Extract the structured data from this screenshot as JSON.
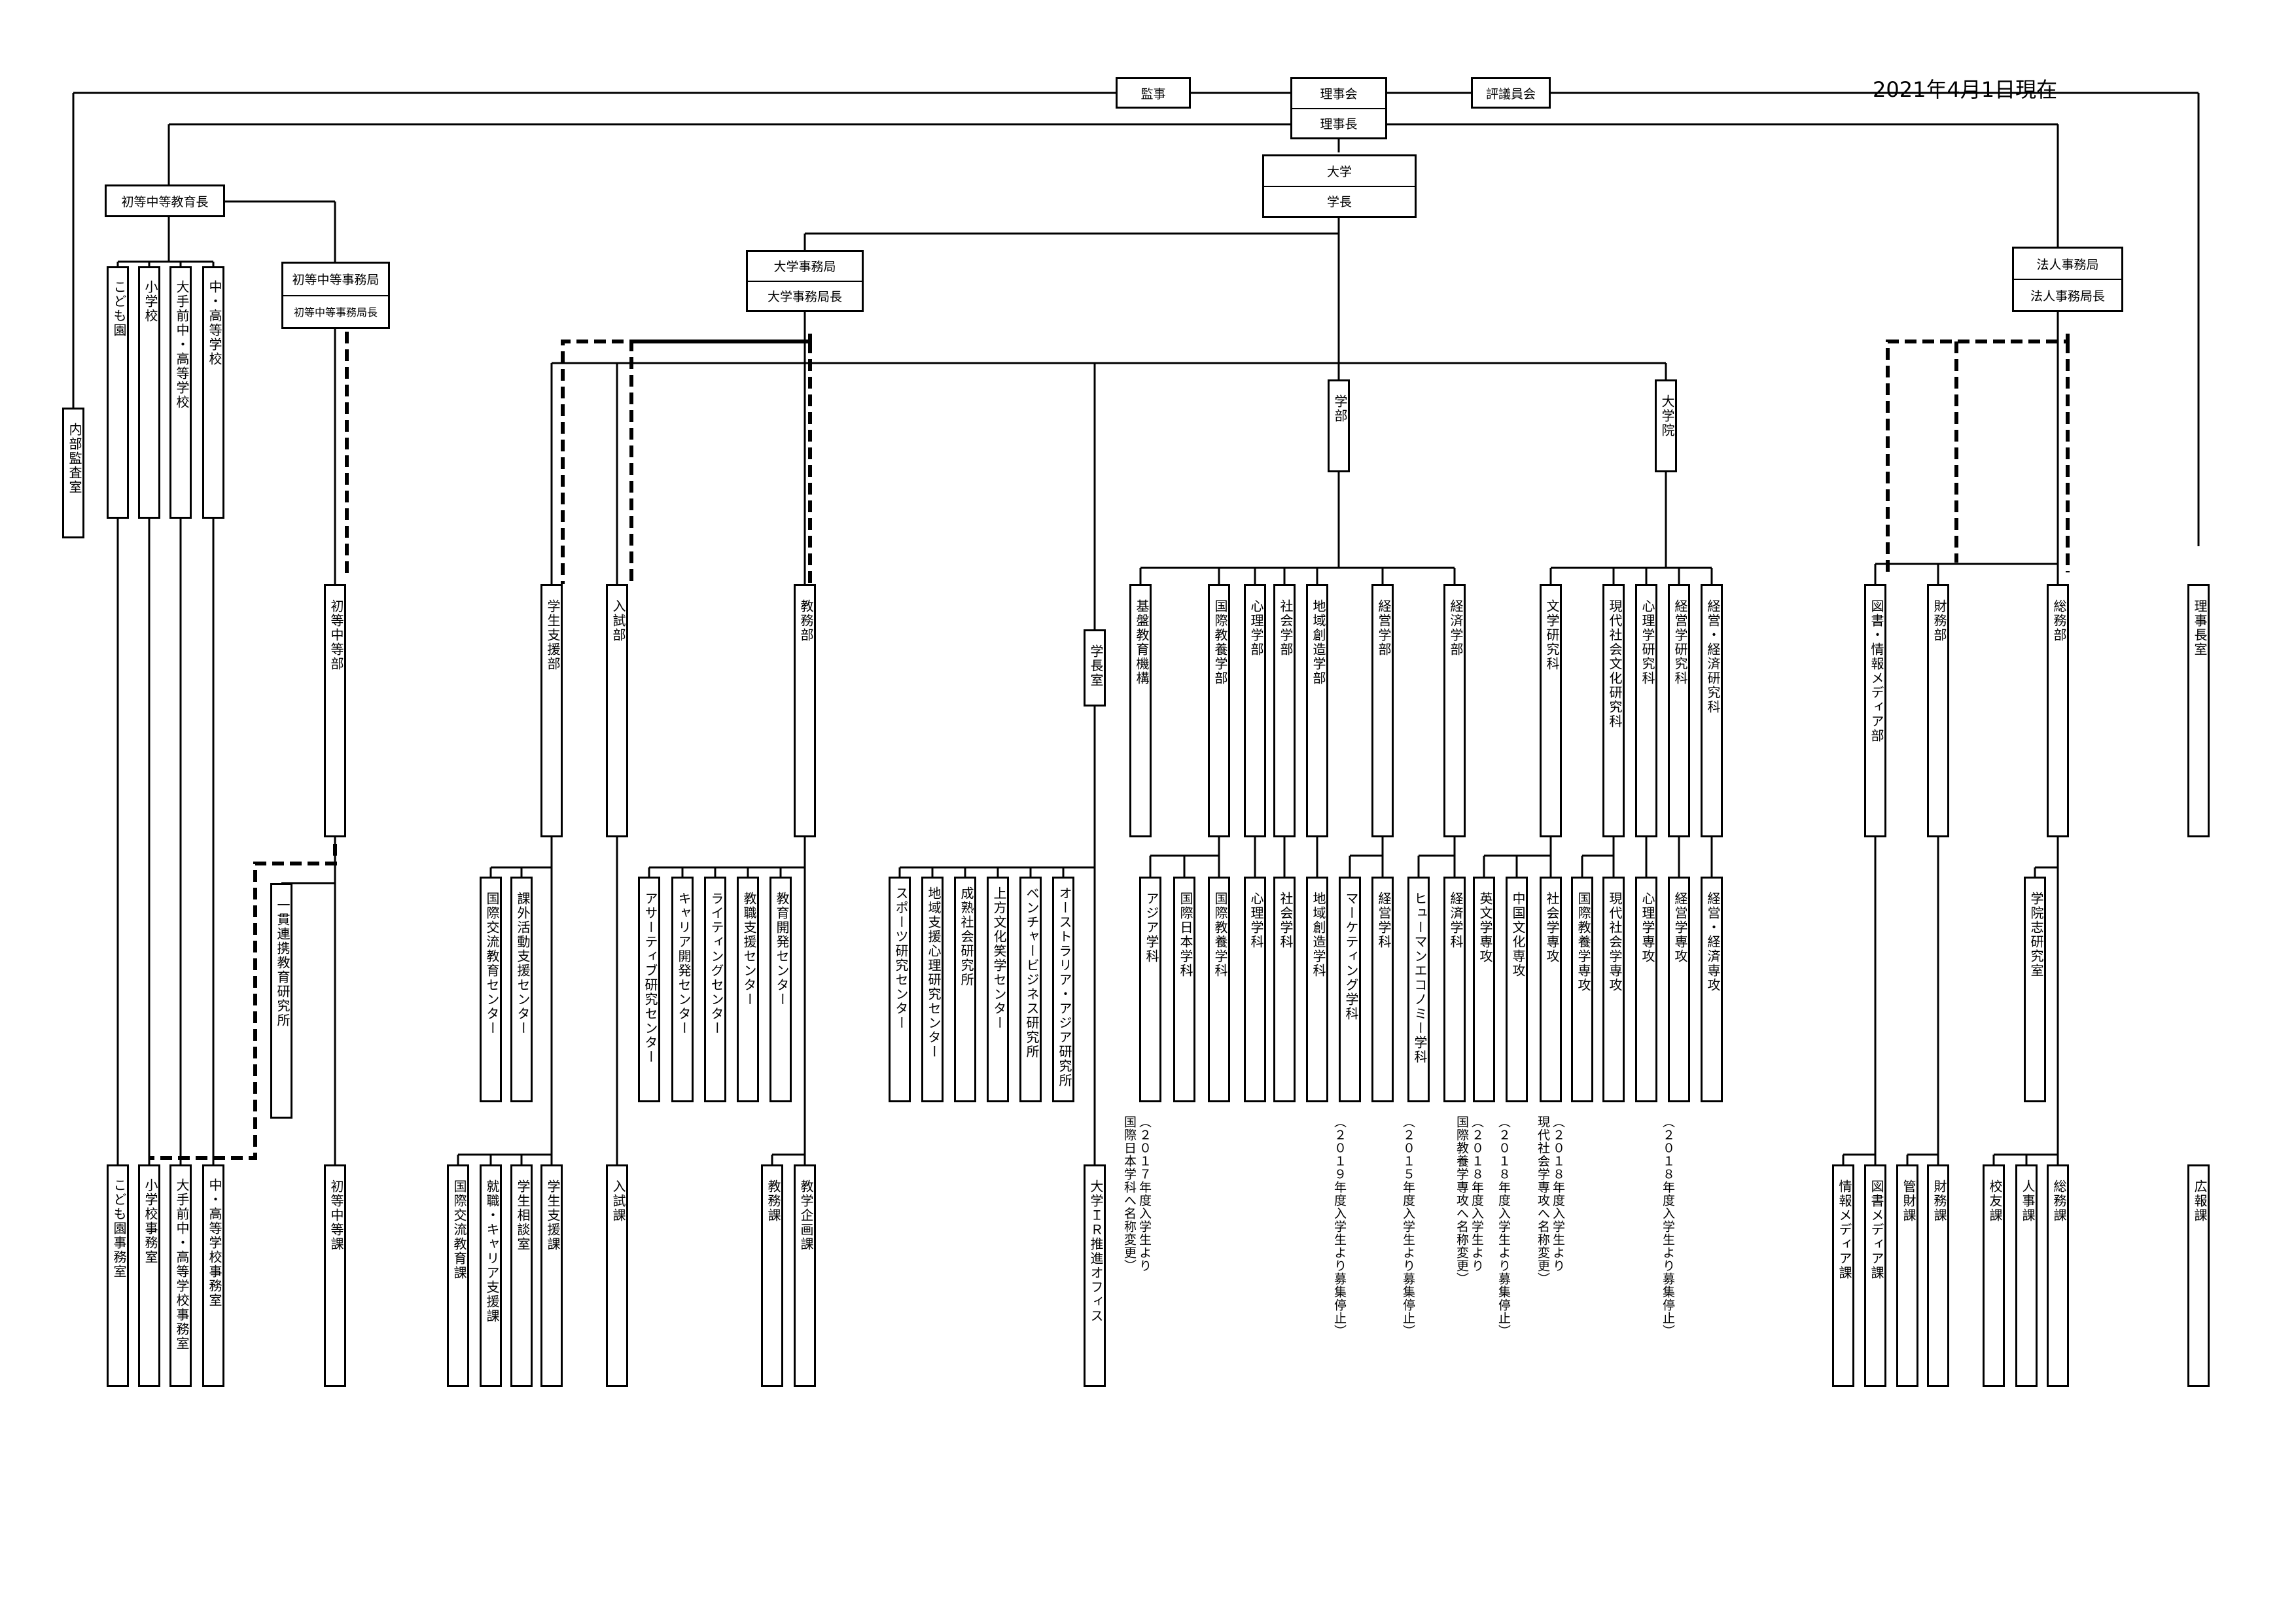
{
  "date": "2021年4月1日現在",
  "top": {
    "kanji": "監事",
    "rijikai": "理事会",
    "rijicho": "理事長",
    "hyogiinkai": "評議員会",
    "daigaku": "大学",
    "gakucho": "学長"
  },
  "shotou": {
    "head": "初等中等教育長",
    "jimukyoku": "初等中等事務局",
    "jimukyokucho": "初等中等事務局長",
    "bu": "初等中等部",
    "ka": "初等中等課",
    "naibu": "内部監査室",
    "kenkyujo": "一貫連携教育研究所",
    "schools": [
      "こども園",
      "小学校",
      "大手前中・高等学校",
      "中・高等学校"
    ],
    "offices": [
      "こども園事務室",
      "小学校事務室",
      "大手前中・高等学校事務室",
      "中・高等学校事務室"
    ]
  },
  "daigaku_jimu": {
    "title": "大学事務局",
    "head": "大学事務局長",
    "gakusei_shien_bu": "学生支援部",
    "nyushi_bu": "入試部",
    "kyomu_bu": "教務部",
    "gakucho_shitsu": "学長室",
    "gakusei_centers": [
      "国際交流教育センター",
      "課外活動支援センター"
    ],
    "gakusei_ka": [
      "国際交流教育課",
      "就職・キャリア支援課",
      "学生相談室",
      "学生支援課"
    ],
    "nyushi_ka": "入試課",
    "kyomu_centers": [
      "アサーティブ研究センター",
      "キャリア開発センター",
      "ライティングセンター",
      "教職支援センター",
      "教育開発センター"
    ],
    "kyomu_ka": [
      "教務課",
      "教学企画課"
    ],
    "research_centers": [
      "スポーツ研究センター",
      "地域支援心理研究センター",
      "成熟社会研究所",
      "上方文化笑学センター",
      "ベンチャービジネス研究所",
      "オーストラリア・アジア研究所"
    ],
    "ir_office": "大学ＩＲ推進オフィス"
  },
  "gakubu": {
    "title": "学部",
    "items": [
      "基盤教育機構",
      "国際教養学部",
      "心理学部",
      "社会学部",
      "地域創造学部",
      "経営学部",
      "経済学部"
    ],
    "gakka": [
      "アジア学科",
      "国際日本学科",
      "国際教養学科",
      "心理学科",
      "社会学科",
      "地域創造学科",
      "マーケティング学科",
      "経営学科",
      "ヒューマンエコノミー学科",
      "経済学科"
    ],
    "notes": [
      "（２０１７年度入学生より\n国際日本学科へ名称変更）",
      "（２０１９年度入学生より募集停止）",
      "（２０１５年度入学生より募集停止）"
    ]
  },
  "daigakuin": {
    "title": "大学院",
    "items": [
      "文学研究科",
      "現代社会文化研究科",
      "心理学研究科",
      "経営学研究科",
      "経営・経済研究科"
    ],
    "senko": [
      "英文学専攻",
      "中国文化専攻",
      "社会学専攻",
      "国際教養学専攻",
      "現代社会学専攻",
      "心理学専攻",
      "経営学専攻",
      "経営・経済専攻"
    ],
    "notes": [
      "（２０１８年度入学生より\n国際教養学専攻へ名称変更）",
      "（２０１８年度入学生より募集停止）",
      "（２０１８年度入学生より\n現代社会学専攻へ名称変更）",
      "（２０１８年度入学生より募集停止）"
    ]
  },
  "hojin": {
    "title": "法人事務局",
    "head": "法人事務局長",
    "bu": [
      "図書・情報メディア部",
      "財務部",
      "総務部",
      "理事長室"
    ],
    "gakuin_shi": "学院志研究室",
    "ka": [
      "情報メディア課",
      "図書メディア課",
      "管財課",
      "財務課",
      "校友課",
      "人事課",
      "総務課",
      "広報課"
    ]
  }
}
